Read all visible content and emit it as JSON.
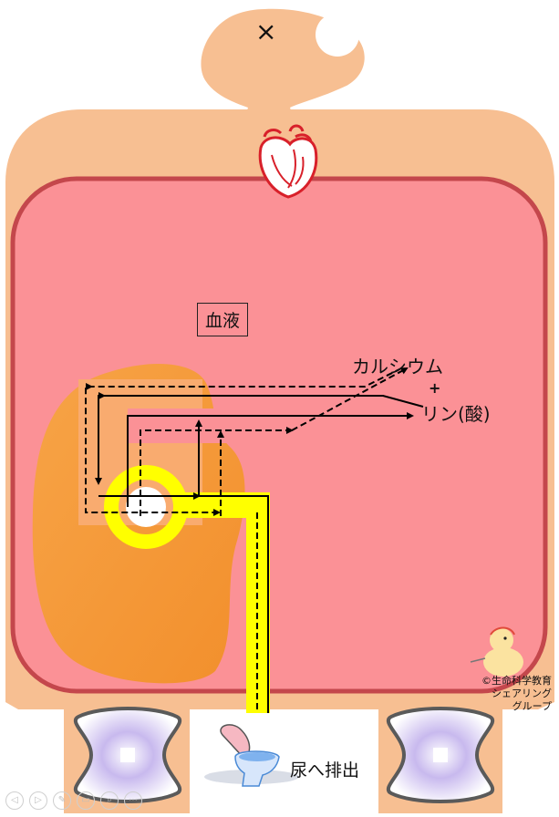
{
  "labels": {
    "close_mark": "×",
    "blood": "血液",
    "calcium": "カルシウム",
    "plus": "+",
    "phosphorus": "リン(酸)",
    "urine": "尿へ排出"
  },
  "credit": {
    "line1": "©生命科学教育",
    "line2": "シェアリング",
    "line3": "グループ"
  },
  "toolbar": [
    "◁",
    "▷",
    "✎",
    "▭",
    "⌕",
    "⋯"
  ],
  "colors": {
    "body_skin": "#f7bf92",
    "blood": "#fb9196",
    "blood_border": "#c4474c",
    "kidney": "#f59a39",
    "tube": "#ffff00",
    "pot": "#d7e6fb"
  }
}
